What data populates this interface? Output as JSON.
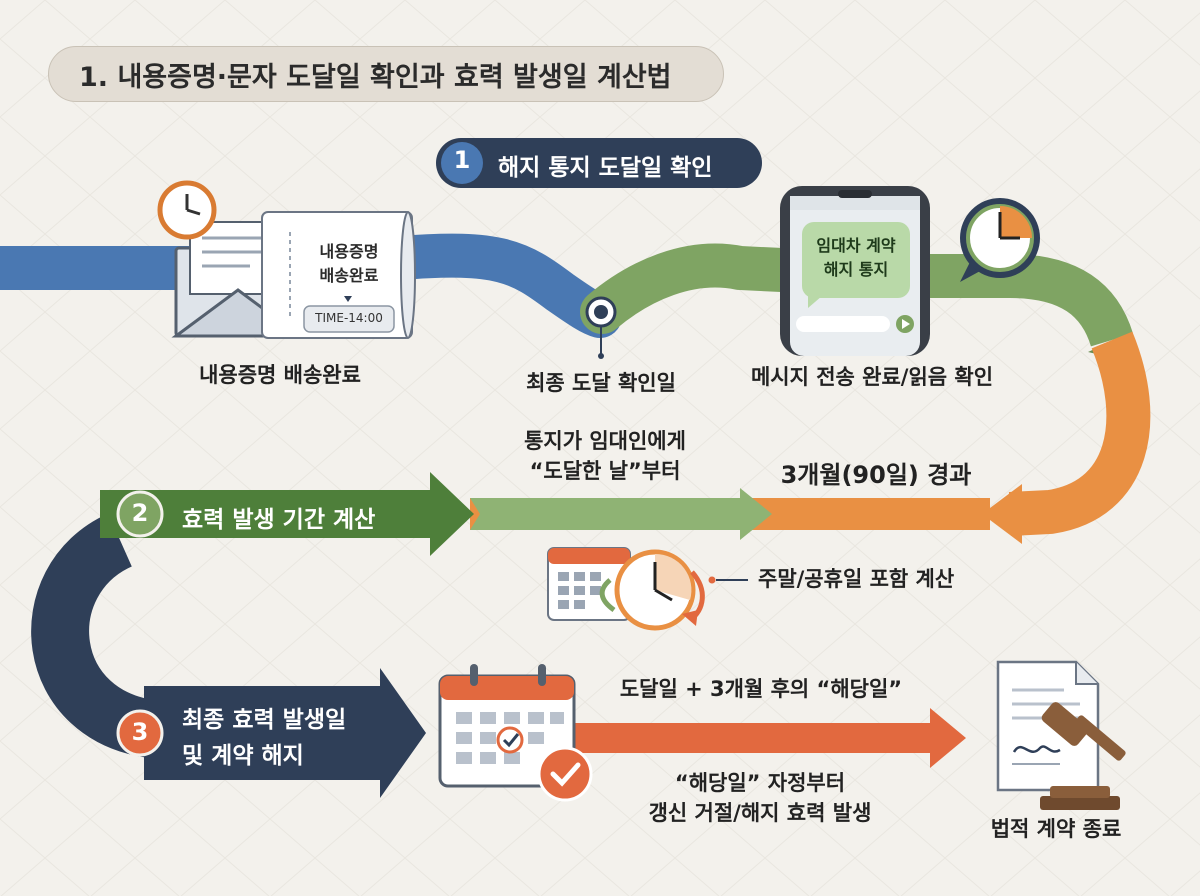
{
  "title": "1. 내용증명·문자 도달일 확인과 효력 발생일 계산법",
  "steps": [
    {
      "number": "1",
      "label": "해지 통지 도달일 확인"
    },
    {
      "number": "2",
      "label": "효력 발생 기간 계산"
    },
    {
      "number": "3",
      "label_line1": "최종 효력 발생일",
      "label_line2": "및 계약 해지"
    }
  ],
  "certified_mail": {
    "card_line1": "내용증명",
    "card_line2": "배송완료",
    "time_tag": "TIME-14:00",
    "caption": "내용증명 배송완료"
  },
  "final_delivery_caption": "최종 도달 확인일",
  "phone": {
    "bubble_line1": "임대차 계약",
    "bubble_line2": "해지 통지",
    "caption": "메시지 전송 완료/읽음 확인"
  },
  "from_arrival": {
    "line1": "통지가 임대인에게",
    "line2": "“도달한 날”부터"
  },
  "elapsed_label": "3개월(90일) 경과",
  "calendar_note": "주말/공휴일 포함 계산",
  "due_date_label": "도달일 + 3개월 후의 “해당일”",
  "effect_label": {
    "line1": "“해당일” 자정부터",
    "line2": "갱신 거절/해지 효력 발생"
  },
  "contract_end_caption": "법적 계약 종료",
  "colors": {
    "blue": "#4a78b2",
    "green": "#7fa463",
    "orange": "#e99043",
    "navy": "#2f3f58",
    "coral": "#e2693f",
    "background": "#f3f1ec"
  }
}
